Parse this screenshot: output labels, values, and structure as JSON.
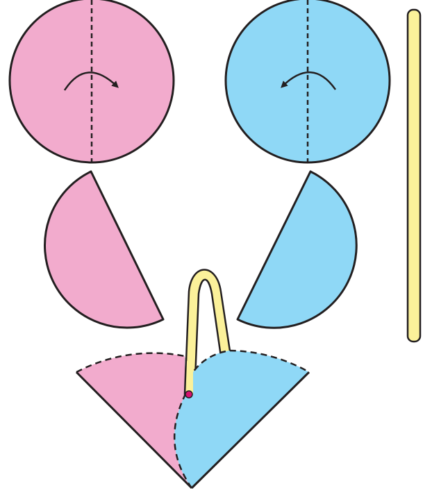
{
  "diagram": {
    "steps": [
      {
        "name": "fold-pink-circle-in-half",
        "fold_direction": "clockwise"
      },
      {
        "name": "fold-blue-circle-in-half",
        "fold_direction": "counterclockwise"
      },
      {
        "name": "half-circles"
      },
      {
        "name": "assemble-cone-with-handle"
      }
    ]
  },
  "colors": {
    "pink": "#f2abcd",
    "blue": "#8fd8f6",
    "yellow": "#fbf19a",
    "outline": "#231f20",
    "dot": "#d8126f"
  },
  "icons": {
    "fold_arrow": "curved-arrow-icon",
    "strip": "paper-strip",
    "glue_dot": "glue-dot-icon"
  }
}
